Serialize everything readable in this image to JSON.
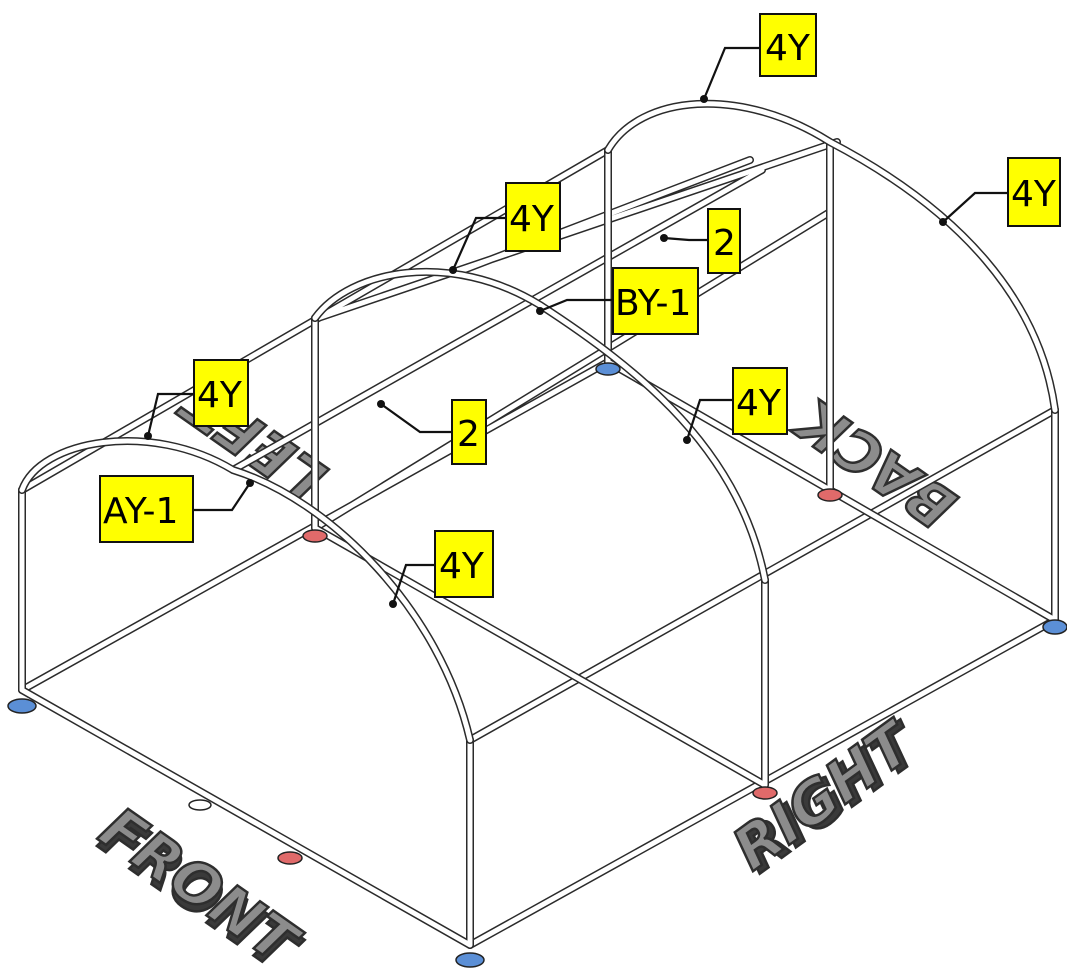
{
  "callouts": [
    {
      "id": "arch-back-top",
      "text": "4Y"
    },
    {
      "id": "arch-back-right",
      "text": "4Y"
    },
    {
      "id": "arch-middle-top",
      "text": "4Y"
    },
    {
      "id": "purlin-back",
      "text": "2"
    },
    {
      "id": "ridge-back",
      "text": "BY-1"
    },
    {
      "id": "arch-front-top",
      "text": "4Y"
    },
    {
      "id": "arch-middle-right",
      "text": "4Y"
    },
    {
      "id": "purlin-front",
      "text": "2"
    },
    {
      "id": "ridge-front",
      "text": "AY-1"
    },
    {
      "id": "arch-front-right",
      "text": "4Y"
    }
  ],
  "side_labels": {
    "front": "FRONT",
    "right": "RIGHT",
    "left": "LEFT",
    "back": "BACK"
  },
  "colors": {
    "label_fill": "#ffff00",
    "pipe_stroke": "#2b2b2b",
    "corner_foot": "#5b8fd6",
    "mid_foot": "#e06a6a",
    "text_emboss": "#8c8c8c"
  }
}
